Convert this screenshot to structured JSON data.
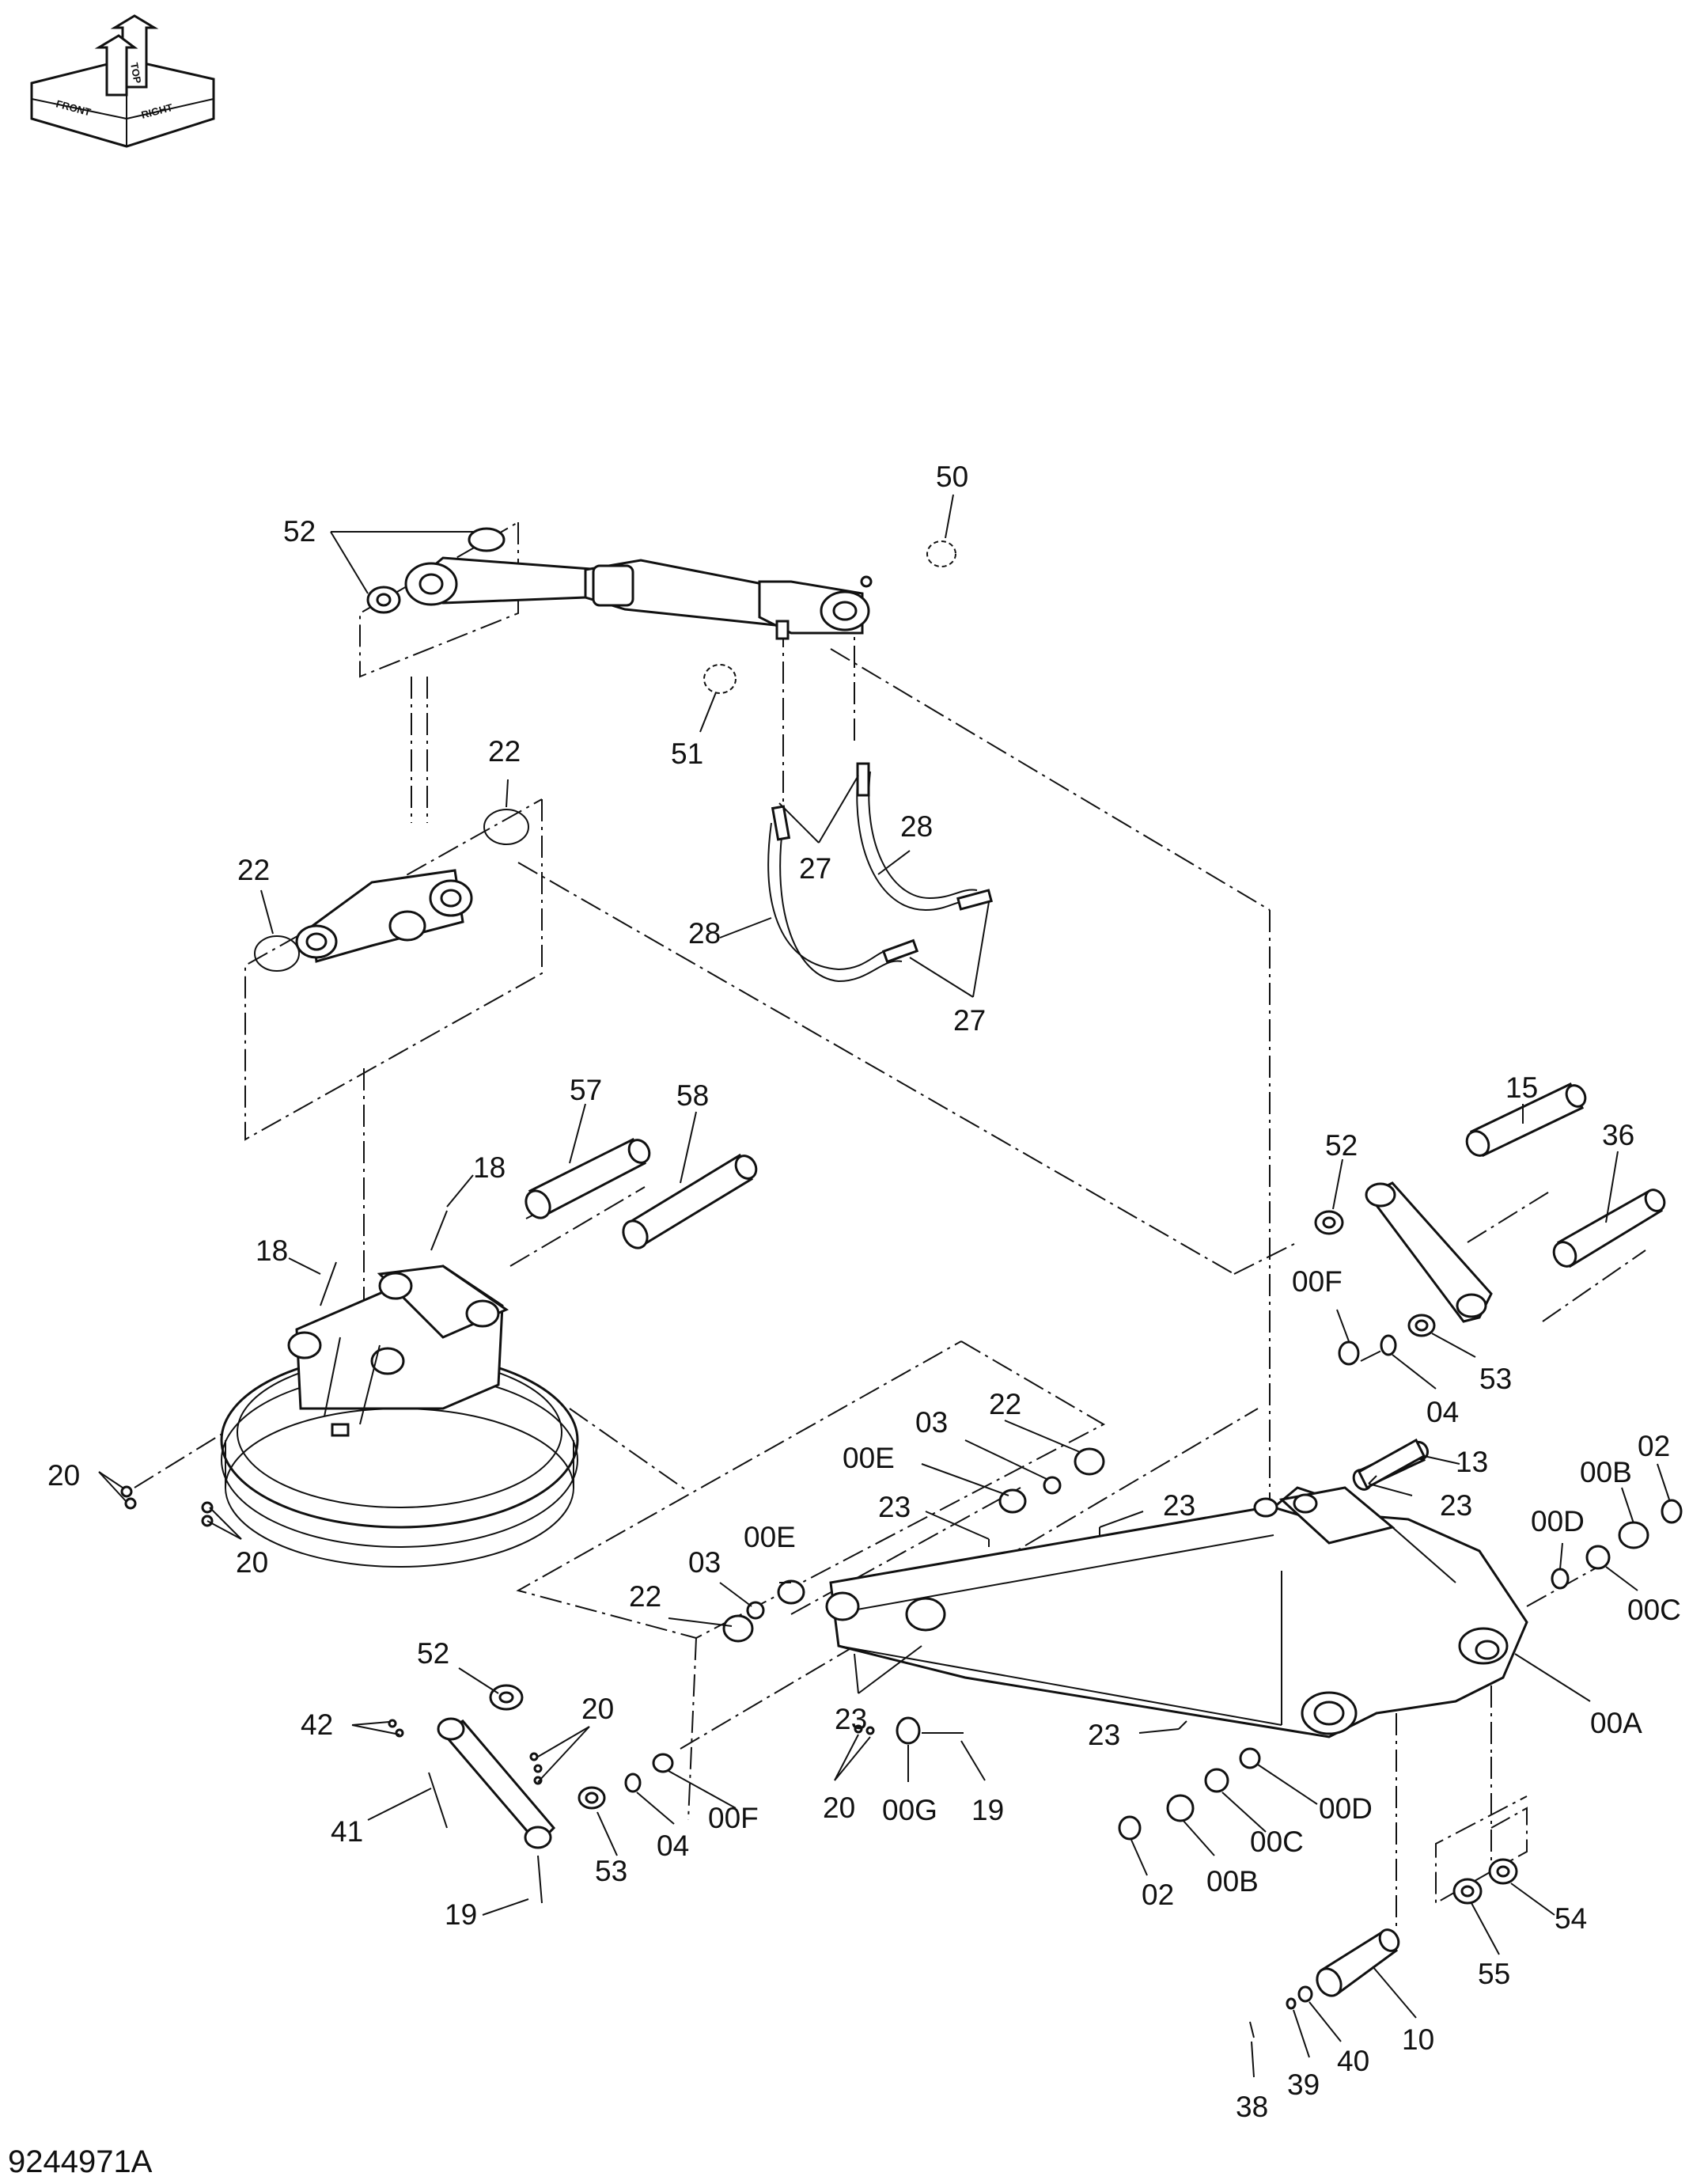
{
  "document_id": "9244971A",
  "orientation_icon": {
    "labels": [
      "TOP",
      "FRONT",
      "RIGHT"
    ]
  },
  "callouts": [
    "50",
    "52",
    "51",
    "22",
    "22",
    "27",
    "28",
    "28",
    "27",
    "57",
    "58",
    "18",
    "18",
    "15",
    "52",
    "36",
    "00F",
    "53",
    "04",
    "20",
    "20",
    "03",
    "22",
    "00E",
    "23",
    "23",
    "13",
    "23",
    "00B",
    "02",
    "00D",
    "00C",
    "03",
    "00E",
    "22",
    "23",
    "00A",
    "52",
    "42",
    "20",
    "41",
    "53",
    "04",
    "00F",
    "20",
    "00G",
    "19",
    "23",
    "02",
    "00B",
    "00C",
    "00D",
    "19",
    "54",
    "55",
    "10",
    "40",
    "39",
    "38"
  ]
}
